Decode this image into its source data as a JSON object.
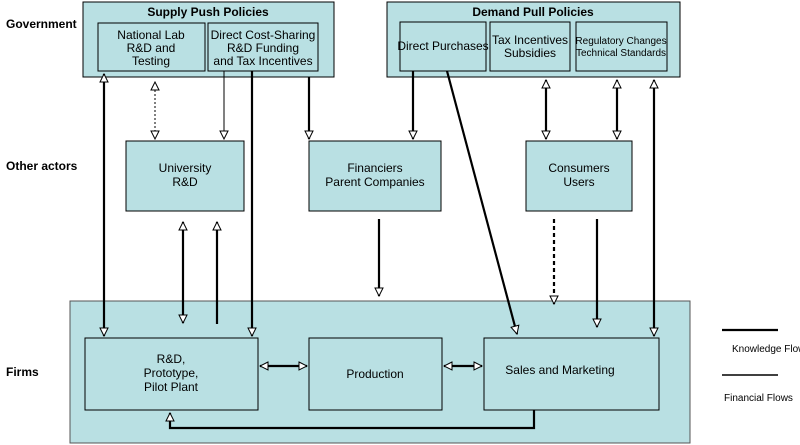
{
  "rows": {
    "government": "Government",
    "other_actors": "Other actors",
    "firms": "Firms"
  },
  "supply": {
    "title": "Supply Push Policies",
    "national_lab": [
      "National Lab",
      "R&D and",
      "Testing"
    ],
    "cost_sharing": [
      "Direct Cost-Sharing",
      "R&D Funding",
      "and Tax Incentives"
    ]
  },
  "demand": {
    "title": "Demand Pull Policies",
    "direct_purchases": "Direct Purchases",
    "tax_incentives": [
      "Tax Incentives",
      "Subsidies"
    ],
    "regulatory": [
      "Regulatory Changes",
      "Technical Standards"
    ]
  },
  "actors": {
    "university": [
      "University",
      "R&D"
    ],
    "financiers": [
      "Financiers",
      "Parent Companies"
    ],
    "consumers": [
      "Consumers",
      "Users"
    ]
  },
  "firms": {
    "rd": [
      "R&D,",
      "Prototype,",
      "Pilot Plant"
    ],
    "production": "Production",
    "sales": "Sales and Marketing"
  },
  "legend": {
    "knowledge": "Knowledge Flows",
    "financial": "Financial Flows"
  }
}
